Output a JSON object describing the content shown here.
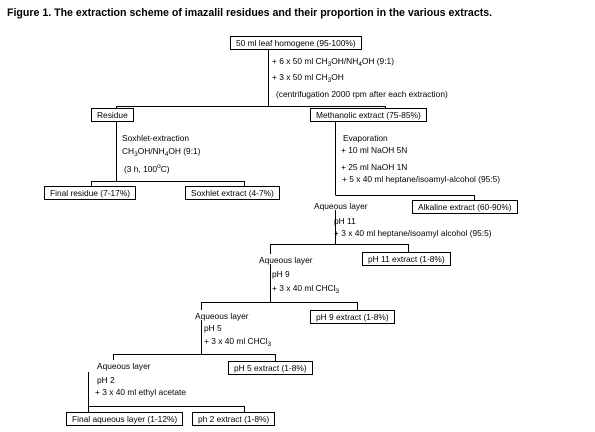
{
  "figure": {
    "title": "Figure 1.  The extraction scheme of imazalil residues and their proportion in the various extracts."
  },
  "boxes": {
    "leaf_homogene": "50 ml leaf homogene (95-100%)",
    "residue": "Residue",
    "methanolic_extract": "Methanolic extract (75-85%)",
    "final_residue": "Final residue (7-17%)",
    "soxhlet_extract": "Soxhlet extract (4-7%)",
    "alkaline_extract": "Alkaline extract (60-90%)",
    "ph11_extract": "pH 11 extract (1-8%)",
    "ph9_extract": "pH  9 extract (1-8%)",
    "ph5_extract": "pH  5 extract (1-8%)",
    "final_aqueous_layer": "Final  aqueous layer  (1-12%)",
    "ph2_extract": "ph 2  extract  (1-8%)"
  },
  "steps": {
    "s1_prefix": "+ 6  x  50  ml  CH",
    "s1_mid1": "OH/NH",
    "s1_suffix": "OH (9:1)",
    "s2_prefix": "+ 3  x  50 ml  CH",
    "s2_suffix": "OH",
    "centrifuge": "(centrifugation 2000 rpm after each extraction)",
    "soxhlet": "Soxhlet-extraction",
    "soxhlet_solvent_prefix": "CH",
    "soxhlet_solvent_mid": "OH/NH",
    "soxhlet_solvent_suffix": "OH (9:1)",
    "soxhlet_time": "(3 h,  100",
    "soxhlet_unit": "C)",
    "evaporation": "Evaporation",
    "naoh5": "+ 10 ml NaOH  5N",
    "naoh1": "+ 25 ml NaOH  1N",
    "heptane1": "+   5 x 40 ml  heptane/isoamyl-alcohol  (95:5)",
    "aqueous1": "Aqueous layer",
    "ph11": "pH  11",
    "heptane2": "+ 3 x 40 ml heptane/isoamyl alcohol  (95:5)",
    "aqueous2": "Aqueous layer",
    "ph9": "pH  9",
    "chcl3_1_prefix": "+ 3 x 40 ml CHCl",
    "aqueous3": "Aqueous layer",
    "ph5": "pH 5",
    "chcl3_2_prefix": "+ 3 x 40 ml CHCl",
    "aqueous4": "Aqueous layer",
    "ph2": "pH 2",
    "ethyl_acetate": "+  3 x 40 ml ethyl acetate"
  },
  "sub": {
    "three": "3",
    "four": "4"
  },
  "sup": {
    "degree": "o"
  }
}
